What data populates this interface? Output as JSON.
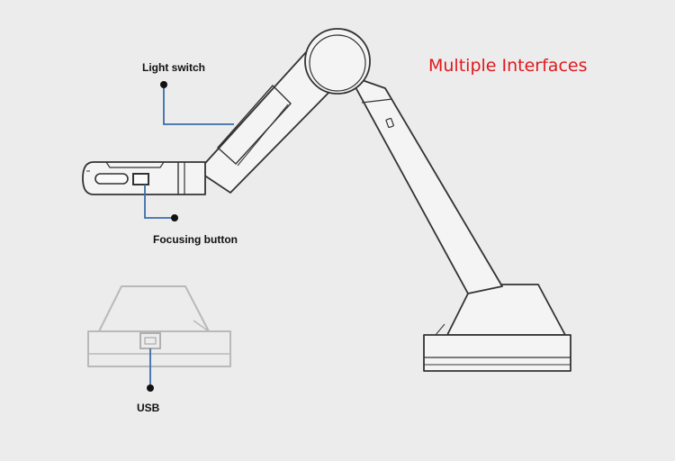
{
  "title": "Multiple Interfaces",
  "callouts": {
    "light_switch": "Light switch",
    "focusing_button": "Focusing button",
    "usb": "USB"
  },
  "colors": {
    "title": "#e0191e",
    "leader_line": "#3a6ea8",
    "outline": "#333333",
    "ghost_outline": "#b9b9b9",
    "background": "#ececec"
  }
}
